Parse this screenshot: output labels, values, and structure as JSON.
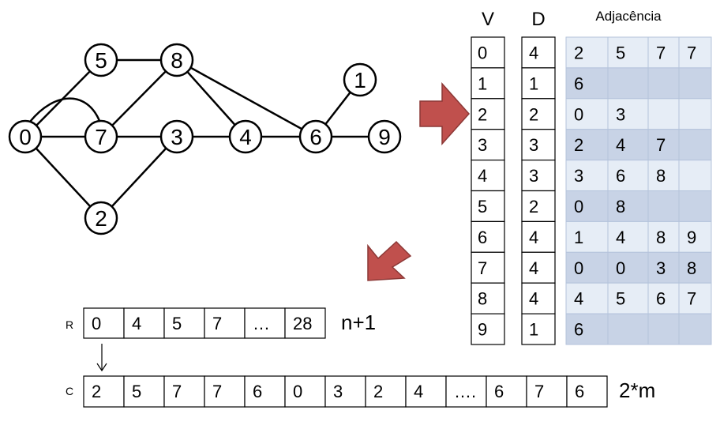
{
  "graph": {
    "nodes": [
      "0",
      "1",
      "2",
      "3",
      "4",
      "5",
      "6",
      "7",
      "8",
      "9"
    ],
    "edges": [
      [
        "0",
        "5"
      ],
      [
        "0",
        "7"
      ],
      [
        "0",
        "2"
      ],
      [
        "5",
        "8"
      ],
      [
        "8",
        "7"
      ],
      [
        "8",
        "4"
      ],
      [
        "8",
        "6"
      ],
      [
        "7",
        "3"
      ],
      [
        "3",
        "2"
      ],
      [
        "3",
        "4"
      ],
      [
        "4",
        "6"
      ],
      [
        "6",
        "1"
      ],
      [
        "6",
        "9"
      ]
    ],
    "arc_edge": [
      "0",
      "7"
    ]
  },
  "table": {
    "header_v": "V",
    "header_d": "D",
    "header_adj": "Adjacência",
    "rows": [
      {
        "v": "0",
        "d": "4",
        "adj": [
          "2",
          "5",
          "7",
          "7"
        ]
      },
      {
        "v": "1",
        "d": "1",
        "adj": [
          "6",
          "",
          "",
          ""
        ]
      },
      {
        "v": "2",
        "d": "2",
        "adj": [
          "0",
          "3",
          "",
          ""
        ]
      },
      {
        "v": "3",
        "d": "3",
        "adj": [
          "2",
          "4",
          "7",
          ""
        ]
      },
      {
        "v": "4",
        "d": "3",
        "adj": [
          "3",
          "6",
          "8",
          ""
        ]
      },
      {
        "v": "5",
        "d": "2",
        "adj": [
          "0",
          "8",
          "",
          ""
        ]
      },
      {
        "v": "6",
        "d": "4",
        "adj": [
          "1",
          "4",
          "8",
          "9"
        ]
      },
      {
        "v": "7",
        "d": "4",
        "adj": [
          "0",
          "0",
          "3",
          "8"
        ]
      },
      {
        "v": "8",
        "d": "4",
        "adj": [
          "4",
          "5",
          "6",
          "7"
        ]
      },
      {
        "v": "9",
        "d": "1",
        "adj": [
          "6",
          "",
          "",
          ""
        ]
      }
    ]
  },
  "r_array": {
    "label": "R",
    "cells": [
      "0",
      "4",
      "5",
      "7",
      "…",
      "28"
    ],
    "size_note": "n+1"
  },
  "c_array": {
    "label": "C",
    "cells": [
      "2",
      "5",
      "7",
      "7",
      "6",
      "0",
      "3",
      "2",
      "4",
      "….",
      "6",
      "7",
      "6"
    ],
    "size_note": "2*m"
  },
  "colors": {
    "arrow_fill": "#c0504d",
    "arrow_stroke": "#8c3836",
    "adj_light": "#e6edf6",
    "adj_dark": "#c8d3e6",
    "adj_border": "#b4c3db"
  }
}
